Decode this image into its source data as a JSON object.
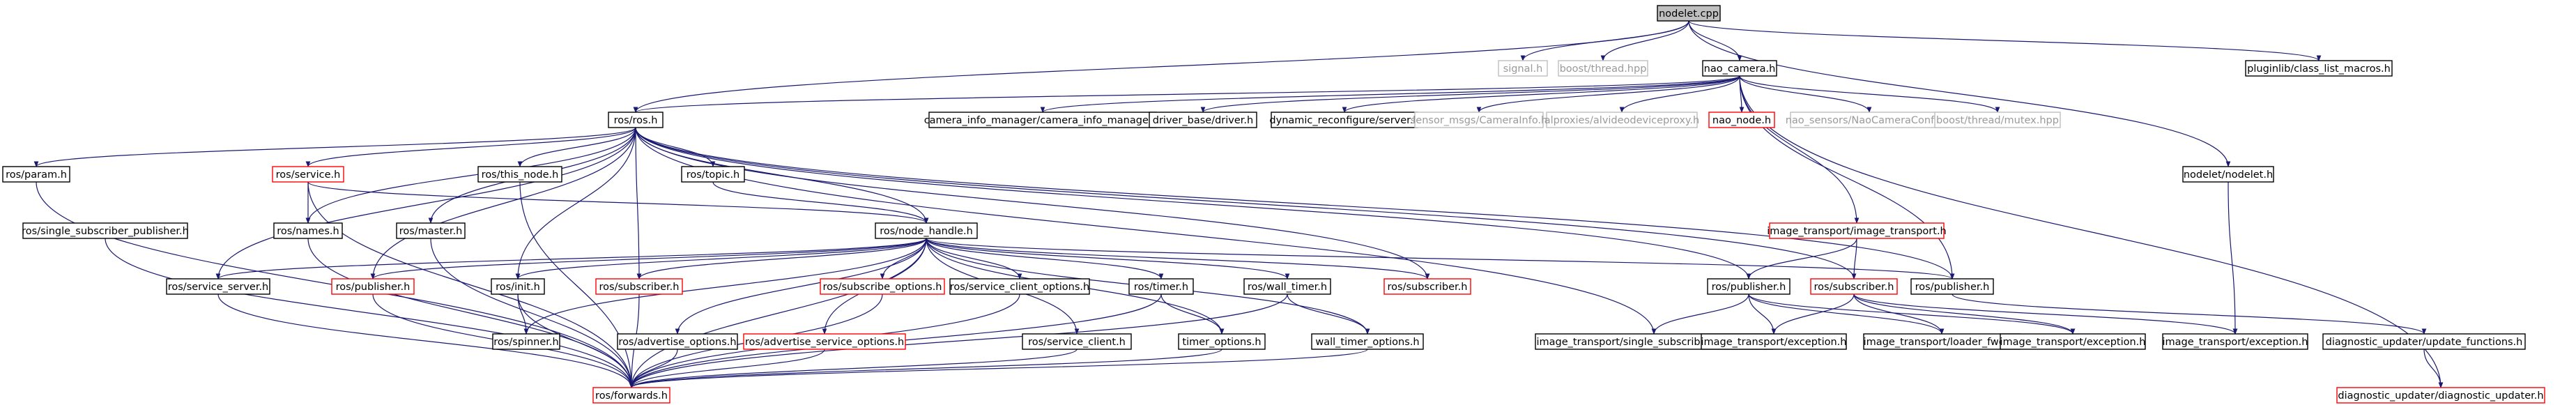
{
  "graph": {
    "colors": {
      "edge": "#191970",
      "black_border": "#000000",
      "red_border": "#ff0000",
      "gray_border": "#bfbfbf",
      "gray_text": "#9a9a9a",
      "root_fill": "#bfbfbf"
    },
    "nodes": [
      {
        "id": "nodelet_cpp",
        "label": "nodelet.cpp",
        "style": "root"
      },
      {
        "id": "signal_h",
        "label": "signal.h",
        "style": "gray"
      },
      {
        "id": "boost_thread_hpp",
        "label": "boost/thread.hpp",
        "style": "gray"
      },
      {
        "id": "nao_camera_h",
        "label": "nao_camera.h",
        "style": "black"
      },
      {
        "id": "pluginlib_macros",
        "label": "pluginlib/class_list_macros.h",
        "style": "black"
      },
      {
        "id": "ros_ros_h",
        "label": "ros/ros.h",
        "style": "black"
      },
      {
        "id": "cim_h",
        "label": "camera_info_manager/camera_info_manager.h",
        "style": "black"
      },
      {
        "id": "driver_base_h",
        "label": "driver_base/driver.h",
        "style": "black"
      },
      {
        "id": "dynrec_h",
        "label": "dynamic_reconfigure/server.h",
        "style": "black"
      },
      {
        "id": "sensor_msgs_h",
        "label": "sensor_msgs/CameraInfo.h",
        "style": "gray"
      },
      {
        "id": "alproxies_h",
        "label": "alproxies/alvideodeviceproxy.h",
        "style": "gray"
      },
      {
        "id": "nao_node_h",
        "label": "nao_node.h",
        "style": "red"
      },
      {
        "id": "nao_sensors_h",
        "label": "nao_sensors/NaoCameraConfig.h",
        "style": "gray"
      },
      {
        "id": "boost_mutex_hpp",
        "label": "boost/thread/mutex.hpp",
        "style": "gray"
      },
      {
        "id": "ros_param_h",
        "label": "ros/param.h",
        "style": "black"
      },
      {
        "id": "ros_service_h",
        "label": "ros/service.h",
        "style": "red"
      },
      {
        "id": "ros_this_node_h",
        "label": "ros/this_node.h",
        "style": "black"
      },
      {
        "id": "ros_topic_h",
        "label": "ros/topic.h",
        "style": "black"
      },
      {
        "id": "nodelet_nodelet_h",
        "label": "nodelet/nodelet.h",
        "style": "black"
      },
      {
        "id": "it_image_transport_h",
        "label": "image_transport/image_transport.h",
        "style": "red"
      },
      {
        "id": "ros_ssp_h",
        "label": "ros/single_subscriber_publisher.h",
        "style": "black"
      },
      {
        "id": "ros_names_h",
        "label": "ros/names.h",
        "style": "black"
      },
      {
        "id": "ros_master_h",
        "label": "ros/master.h",
        "style": "black"
      },
      {
        "id": "ros_node_handle_h",
        "label": "ros/node_handle.h",
        "style": "black"
      },
      {
        "id": "ros_service_server_h",
        "label": "ros/service_server.h",
        "style": "black"
      },
      {
        "id": "ros_publisher_h_red",
        "label": "ros/publisher.h",
        "style": "red"
      },
      {
        "id": "ros_init_h",
        "label": "ros/init.h",
        "style": "black"
      },
      {
        "id": "ros_subscriber_h_red",
        "label": "ros/subscriber.h",
        "style": "red"
      },
      {
        "id": "ros_sub_opts_h",
        "label": "ros/subscribe_options.h",
        "style": "red"
      },
      {
        "id": "ros_sc_opts_h",
        "label": "ros/service_client_options.h",
        "style": "black"
      },
      {
        "id": "ros_timer_h",
        "label": "ros/timer.h",
        "style": "black"
      },
      {
        "id": "ros_wall_timer_h",
        "label": "ros/wall_timer.h",
        "style": "black"
      },
      {
        "id": "ros_subscriber_h_mid",
        "label": "ros/subscriber.h",
        "style": "red"
      },
      {
        "id": "it_publisher_h",
        "label": "ros/publisher.h",
        "style": "black"
      },
      {
        "id": "it_subscriber_h",
        "label": "ros/subscriber.h",
        "style": "red"
      },
      {
        "id": "ros_publisher_h_right",
        "label": "ros/publisher.h",
        "style": "black"
      },
      {
        "id": "ros_spinner_h",
        "label": "ros/spinner.h",
        "style": "black"
      },
      {
        "id": "ros_adv_opts_h",
        "label": "ros/advertise_options.h",
        "style": "black"
      },
      {
        "id": "ros_adv_srv_opts_h",
        "label": "ros/advertise_service_options.h",
        "style": "red"
      },
      {
        "id": "ros_service_client_h",
        "label": "ros/service_client.h",
        "style": "black"
      },
      {
        "id": "timer_options_h",
        "label": "timer_options.h",
        "style": "black"
      },
      {
        "id": "wall_timer_options_h",
        "label": "wall_timer_options.h",
        "style": "black"
      },
      {
        "id": "it_ssp_h",
        "label": "image_transport/single_subscriber_publisher.h",
        "style": "black"
      },
      {
        "id": "it_exception_h_1",
        "label": "image_transport/exception.h",
        "style": "black"
      },
      {
        "id": "it_loader_fwds_h",
        "label": "image_transport/loader_fwds.h",
        "style": "black"
      },
      {
        "id": "it_exception_h_2",
        "label": "image_transport/exception.h",
        "style": "black"
      },
      {
        "id": "it_exception_h_3",
        "label": "image_transport/exception.h",
        "style": "black"
      },
      {
        "id": "diag_update_functions_h",
        "label": "diagnostic_updater/update_functions.h",
        "style": "black"
      },
      {
        "id": "ros_forwards_h",
        "label": "ros/forwards.h",
        "style": "red"
      },
      {
        "id": "diag_updater_h",
        "label": "diagnostic_updater/diagnostic_updater.h",
        "style": "red"
      }
    ],
    "edges": [
      [
        "nodelet_cpp",
        "signal_h"
      ],
      [
        "nodelet_cpp",
        "boost_thread_hpp"
      ],
      [
        "nodelet_cpp",
        "nao_camera_h"
      ],
      [
        "nodelet_cpp",
        "pluginlib_macros"
      ],
      [
        "nodelet_cpp",
        "ros_ros_h"
      ],
      [
        "nodelet_cpp",
        "nodelet_nodelet_h"
      ],
      [
        "nao_camera_h",
        "ros_ros_h"
      ],
      [
        "nao_camera_h",
        "cim_h"
      ],
      [
        "nao_camera_h",
        "driver_base_h"
      ],
      [
        "nao_camera_h",
        "dynrec_h"
      ],
      [
        "nao_camera_h",
        "sensor_msgs_h"
      ],
      [
        "nao_camera_h",
        "alproxies_h"
      ],
      [
        "nao_camera_h",
        "nao_node_h"
      ],
      [
        "nao_camera_h",
        "nao_sensors_h"
      ],
      [
        "nao_camera_h",
        "boost_mutex_hpp"
      ],
      [
        "nao_camera_h",
        "it_image_transport_h"
      ],
      [
        "nao_camera_h",
        "diag_updater_h"
      ],
      [
        "nao_camera_h",
        "ros_publisher_h_right"
      ],
      [
        "ros_ros_h",
        "ros_param_h"
      ],
      [
        "ros_ros_h",
        "ros_service_h"
      ],
      [
        "ros_ros_h",
        "ros_this_node_h"
      ],
      [
        "ros_ros_h",
        "ros_topic_h"
      ],
      [
        "ros_ros_h",
        "ros_names_h"
      ],
      [
        "ros_ros_h",
        "ros_master_h"
      ],
      [
        "ros_ros_h",
        "ros_node_handle_h"
      ],
      [
        "ros_ros_h",
        "ros_service_server_h"
      ],
      [
        "ros_ros_h",
        "ros_publisher_h_red"
      ],
      [
        "ros_ros_h",
        "ros_init_h"
      ],
      [
        "ros_ros_h",
        "ros_subscriber_h_red"
      ],
      [
        "ros_ros_h",
        "ros_subscriber_h_mid"
      ],
      [
        "ros_ros_h",
        "it_ssp_h"
      ],
      [
        "ros_ros_h",
        "it_subscriber_h"
      ],
      [
        "ros_ros_h",
        "ros_publisher_h_right"
      ],
      [
        "ros_ros_h",
        "it_publisher_h"
      ],
      [
        "ros_param_h",
        "ros_forwards_h"
      ],
      [
        "ros_service_h",
        "ros_names_h"
      ],
      [
        "ros_service_h",
        "ros_node_handle_h"
      ],
      [
        "ros_service_h",
        "ros_forwards_h"
      ],
      [
        "ros_this_node_h",
        "ros_forwards_h"
      ],
      [
        "ros_topic_h",
        "ros_node_handle_h"
      ],
      [
        "ros_ssp_h",
        "ros_forwards_h"
      ],
      [
        "ros_names_h",
        "ros_forwards_h"
      ],
      [
        "ros_master_h",
        "ros_forwards_h"
      ],
      [
        "ros_node_handle_h",
        "ros_service_server_h"
      ],
      [
        "ros_node_handle_h",
        "ros_publisher_h_red"
      ],
      [
        "ros_node_handle_h",
        "ros_init_h"
      ],
      [
        "ros_node_handle_h",
        "ros_spinner_h"
      ],
      [
        "ros_node_handle_h",
        "ros_subscriber_h_red"
      ],
      [
        "ros_node_handle_h",
        "ros_adv_opts_h"
      ],
      [
        "ros_node_handle_h",
        "ros_adv_srv_opts_h"
      ],
      [
        "ros_node_handle_h",
        "ros_sub_opts_h"
      ],
      [
        "ros_node_handle_h",
        "ros_sc_opts_h"
      ],
      [
        "ros_node_handle_h",
        "ros_service_client_h"
      ],
      [
        "ros_node_handle_h",
        "ros_timer_h"
      ],
      [
        "ros_node_handle_h",
        "timer_options_h"
      ],
      [
        "ros_node_handle_h",
        "ros_wall_timer_h"
      ],
      [
        "ros_node_handle_h",
        "wall_timer_options_h"
      ],
      [
        "ros_node_handle_h",
        "ros_subscriber_h_mid"
      ],
      [
        "ros_node_handle_h",
        "ros_forwards_h"
      ],
      [
        "ros_node_handle_h",
        "ros_publisher_h_right"
      ],
      [
        "ros_service_server_h",
        "ros_forwards_h"
      ],
      [
        "ros_publisher_h_red",
        "ros_forwards_h"
      ],
      [
        "ros_init_h",
        "ros_spinner_h"
      ],
      [
        "ros_init_h",
        "ros_forwards_h"
      ],
      [
        "ros_subscriber_h_red",
        "ros_forwards_h"
      ],
      [
        "ros_sub_opts_h",
        "ros_forwards_h"
      ],
      [
        "ros_sc_opts_h",
        "ros_forwards_h"
      ],
      [
        "ros_timer_h",
        "timer_options_h"
      ],
      [
        "ros_timer_h",
        "ros_forwards_h"
      ],
      [
        "ros_wall_timer_h",
        "wall_timer_options_h"
      ],
      [
        "ros_wall_timer_h",
        "ros_forwards_h"
      ],
      [
        "ros_adv_opts_h",
        "ros_forwards_h"
      ],
      [
        "ros_adv_srv_opts_h",
        "ros_forwards_h"
      ],
      [
        "ros_service_client_h",
        "ros_forwards_h"
      ],
      [
        "timer_options_h",
        "ros_forwards_h"
      ],
      [
        "wall_timer_options_h",
        "ros_forwards_h"
      ],
      [
        "it_image_transport_h",
        "it_publisher_h"
      ],
      [
        "it_image_transport_h",
        "it_subscriber_h"
      ],
      [
        "it_publisher_h",
        "it_ssp_h"
      ],
      [
        "it_publisher_h",
        "it_exception_h_1"
      ],
      [
        "it_publisher_h",
        "it_loader_fwds_h"
      ],
      [
        "it_publisher_h",
        "it_exception_h_2"
      ],
      [
        "it_subscriber_h",
        "it_exception_h_1"
      ],
      [
        "it_subscriber_h",
        "it_loader_fwds_h"
      ],
      [
        "it_subscriber_h",
        "it_exception_h_2"
      ],
      [
        "it_subscriber_h",
        "it_exception_h_3"
      ],
      [
        "ros_publisher_h_right",
        "diag_update_functions_h"
      ],
      [
        "nodelet_nodelet_h",
        "it_exception_h_3"
      ],
      [
        "diag_update_functions_h",
        "diag_updater_h"
      ]
    ]
  }
}
